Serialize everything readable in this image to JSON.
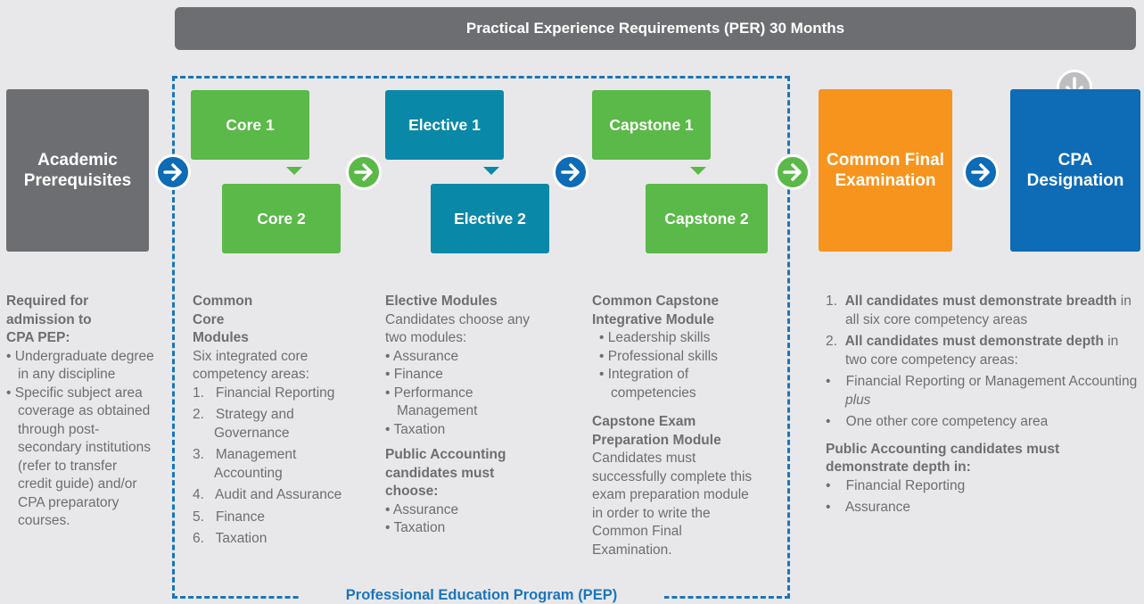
{
  "per_banner": "Practical Experience Requirements (PER) 30 Months",
  "pep_label": "Professional Education Program (PEP)",
  "boxes": {
    "academic": "Academic Prerequisites",
    "core1": "Core 1",
    "core2": "Core 2",
    "elective1": "Elective 1",
    "elective2": "Elective 2",
    "capstone1": "Capstone 1",
    "capstone2": "Capstone 2",
    "cfe": "Common Final Examination",
    "cpa": "CPA Designation"
  },
  "col_academic": {
    "heading": "Required for admission to CPA PEP:",
    "items": [
      "Undergraduate degree in any discipline",
      "Specific subject area coverage as obtained through post-secondary institutions (refer to transfer credit guide) and/or CPA preparatory courses."
    ]
  },
  "col_core": {
    "heading": "Common Core Modules",
    "intro": "Six integrated core competency areas:",
    "items": [
      {
        "num": "1.",
        "text": "Financial Reporting"
      },
      {
        "num": "2.",
        "text": "Strategy and Governance"
      },
      {
        "num": "3.",
        "text": "Management Accounting"
      },
      {
        "num": "4.",
        "text": "Audit and Assurance"
      },
      {
        "num": "5.",
        "text": "Finance"
      },
      {
        "num": "6.",
        "text": "Taxation"
      }
    ]
  },
  "col_elective": {
    "heading": "Elective Modules",
    "intro": "Candidates choose any two modules:",
    "items": [
      "Assurance",
      "Finance",
      "Performance Management",
      "Taxation"
    ],
    "heading2": "Public Accounting candidates must choose:",
    "items2": [
      "Assurance",
      "Taxation"
    ]
  },
  "col_capstone": {
    "heading": "Common Capstone Integrative Module",
    "items": [
      "Leadership skills",
      "Professional skills",
      "Integration of competencies"
    ],
    "heading2": "Capstone Exam Preparation Module",
    "body2": "Candidates must successfully complete this exam preparation module in order to write the Common Final Examination."
  },
  "col_cfe": {
    "item1_num": "1.",
    "item1_bold": "All candidates must demonstrate breadth",
    "item1_rest": " in all six core competency areas",
    "item2_num": "2.",
    "item2_bold": "All candidates must demonstrate depth",
    "item2_rest": " in two core competency areas:",
    "sub1_text": "Financial Reporting or Management Accounting ",
    "sub1_italic": "plus",
    "sub2": "One other core competency area",
    "heading2": "Public Accounting candidates must demonstrate depth in:",
    "items2": [
      "Financial Reporting",
      "Assurance"
    ]
  },
  "bullet": "•",
  "icons": {
    "arrow_right": "arrow-right-icon",
    "arrow_down": "arrow-down-icon"
  },
  "colors": {
    "gray": "#6d6e71",
    "green": "#5ab948",
    "teal": "#0a88a8",
    "orange": "#f7941d",
    "blue": "#0e6bb5",
    "pep_blue": "#1a75bc"
  }
}
